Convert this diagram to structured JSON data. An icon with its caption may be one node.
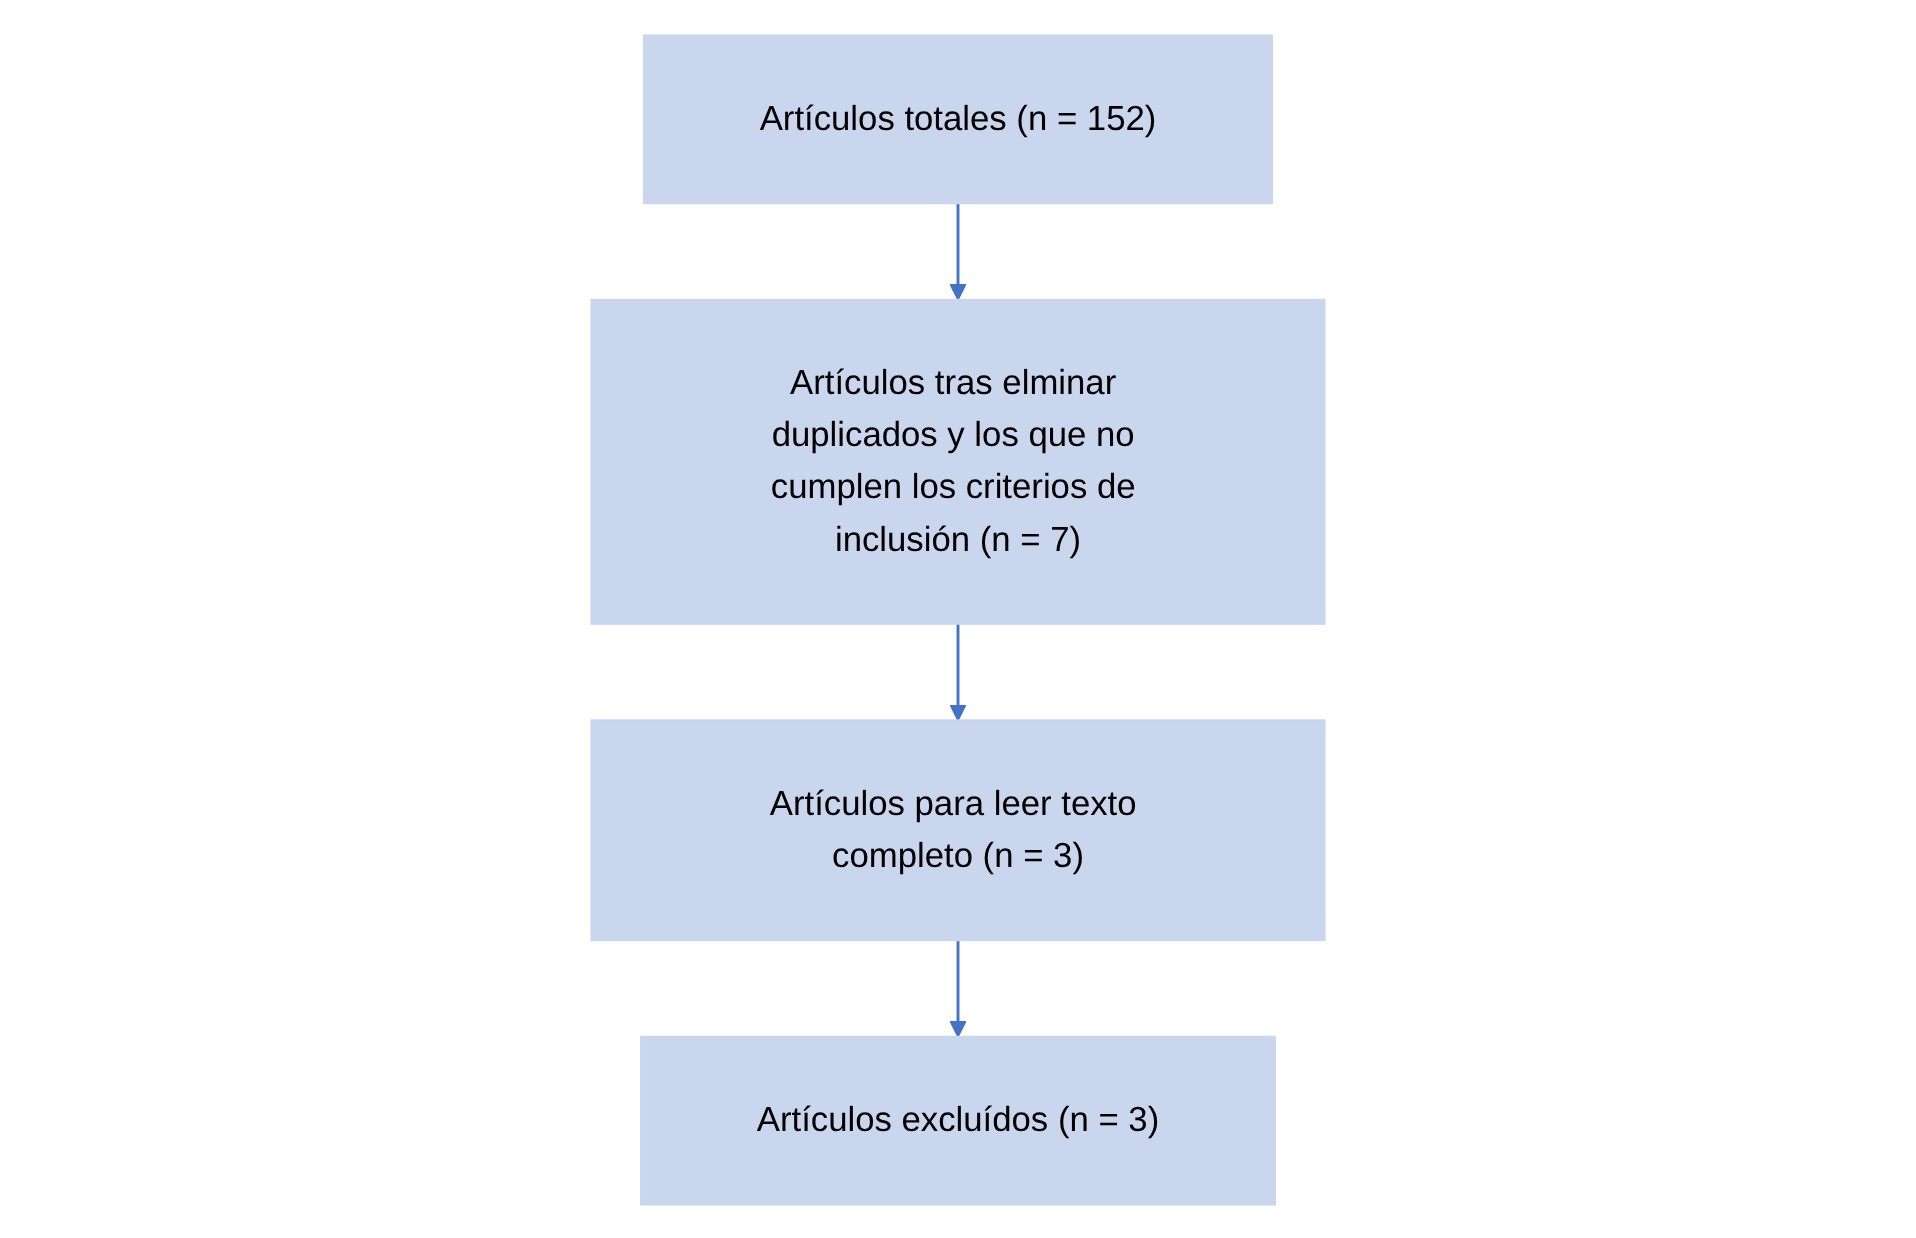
{
  "diagram": {
    "nodes": [
      {
        "text": [
          "Artículos totales (n = 152)"
        ]
      },
      {
        "text": [
          "Artículos tras elminar duplicados y los que no cumplen los criterios de inclusión (n = 7)"
        ]
      },
      {
        "text": [
          "Artículos para leer texto completo (n = 3)"
        ]
      },
      {
        "text": [
          "Artículos excluídos (n = 3)"
        ]
      }
    ],
    "edges": [
      {
        "from": 0,
        "to": 1,
        "arrow": "to"
      },
      {
        "from": 1,
        "to": 2,
        "arrow": "to"
      },
      {
        "from": 2,
        "to": 3,
        "arrow": "to"
      }
    ]
  }
}
